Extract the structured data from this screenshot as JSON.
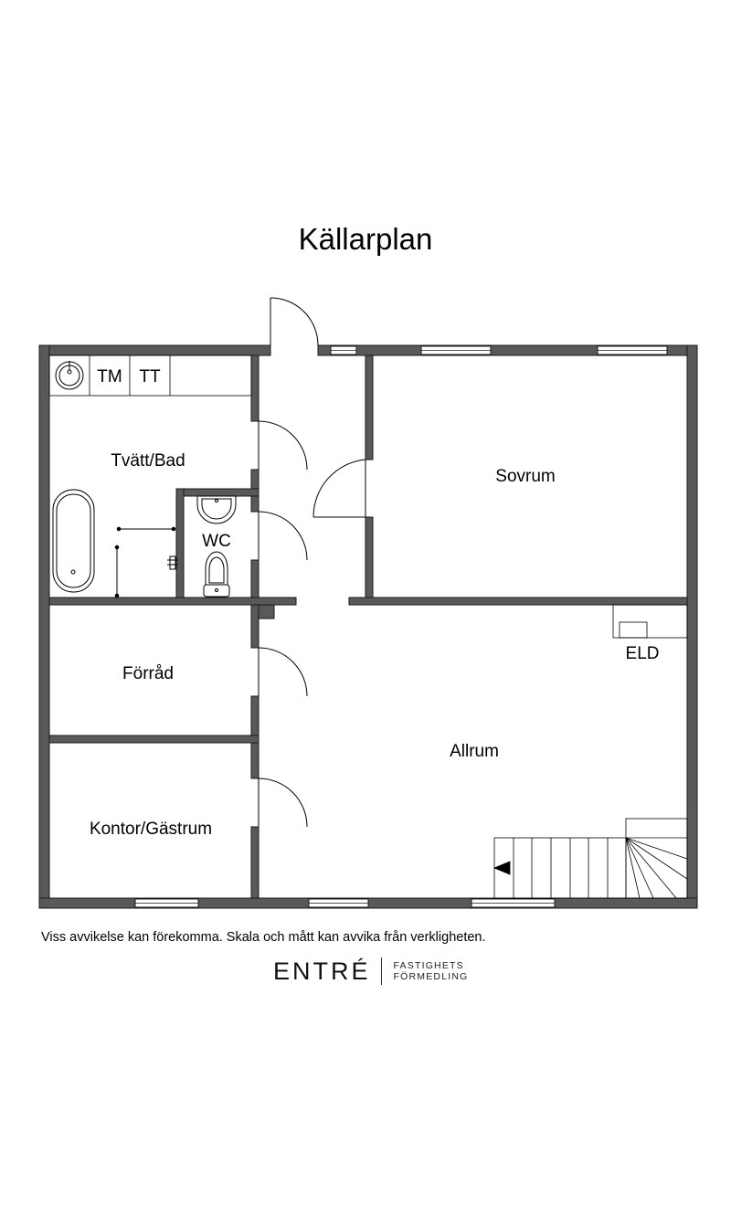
{
  "title": "Källarplan",
  "rooms": {
    "tvatt_bad": "Tvätt/Bad",
    "tm": "TM",
    "tt": "TT",
    "wc": "WC",
    "sovrum": "Sovrum",
    "forrad": "Förråd",
    "eld": "ELD",
    "allrum": "Allrum",
    "kontor": "Kontor/Gästrum"
  },
  "disclaimer": "Viss avvikelse kan förekomma. Skala och mått kan avvika från verkligheten.",
  "logo": {
    "brand": "ENTRÉ",
    "line1": "FASTIGHETS",
    "line2": "FÖRMEDLING"
  },
  "colors": {
    "wall": "#595959",
    "wall_outline": "#1a1a1a",
    "line": "#000000",
    "background": "#ffffff"
  }
}
